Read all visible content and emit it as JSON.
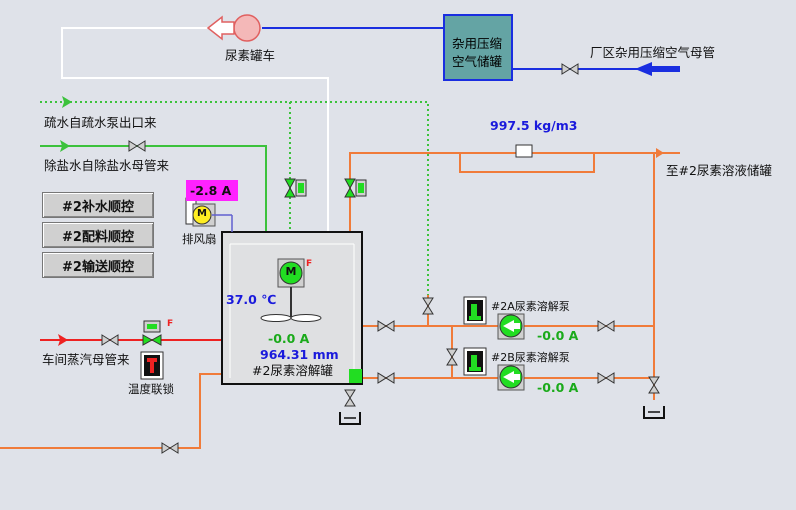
{
  "labels": {
    "urea_tanker": "尿素罐车",
    "air_tank_line1": "杂用压缩",
    "air_tank_line2": "空气储罐",
    "plant_air_header": "厂区杂用压缩空气母管",
    "drain_water": "疏水自疏水泵出口来",
    "demin_water": "除盐水自除盐水母管来",
    "to_storage": "至#2尿素溶液储罐",
    "exhaust_fan": "排风扇",
    "steam_header": "车间蒸汽母管来",
    "temp_interlock": "温度联锁",
    "pump_2a": "#2A尿素溶解泵",
    "pump_2b": "#2B尿素溶解泵",
    "tank_name": "#2尿素溶解罐"
  },
  "buttons": {
    "refill_seq": "#2补水顺控",
    "batch_seq": "#2配料顺控",
    "transfer_seq": "#2输送顺控"
  },
  "values": {
    "density": "997.5 kg/m3",
    "fan_current": "-2.8 A",
    "tank_temp": "37.0 ℃",
    "agitator_current": "-0.0 A",
    "tank_level": "964.31 mm",
    "pump_2a_current": "-0.0 A",
    "pump_2b_current": "-0.0 A"
  },
  "glyphs": {
    "motor": "M",
    "fault_flag": "F"
  },
  "colors": {
    "urea_line": "#f07b3a",
    "air_line": "#1a2ee0",
    "water_line": "#3cc23c",
    "steam_line": "#ee2222",
    "white_line": "#ffffff",
    "run_green": "#22dd22",
    "alarm_magenta": "#ff22ff"
  }
}
